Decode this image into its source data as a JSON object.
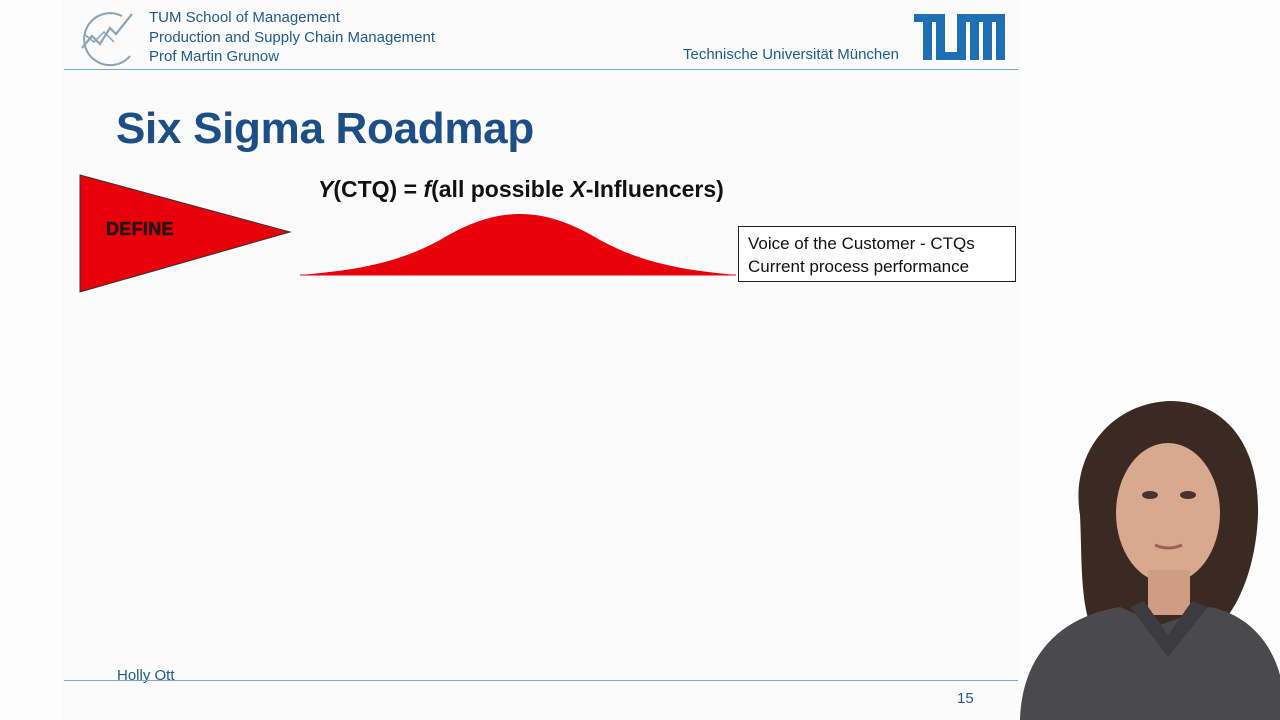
{
  "header": {
    "lines": [
      "TUM School of Management",
      "Production and Supply Chain Management",
      "Prof Martin Grunow"
    ],
    "university": "Technische Universität München"
  },
  "slide": {
    "title": "Six Sigma Roadmap",
    "formula": {
      "y": "Y",
      "ctq": "(CTQ) = ",
      "f": "f",
      "mid": "(all possible ",
      "x": "X",
      "end": "-Influencers)"
    },
    "phase_label": "DEFINE",
    "info_box": [
      "Voice of the Customer - CTQs",
      "Current process performance"
    ],
    "author": "Holly Ott",
    "page_number": "15"
  },
  "icons": {
    "left_logo": "tum-school-logo-icon",
    "right_logo": "tum-logo-icon"
  },
  "colors": {
    "tum_blue": "#1f5a8e",
    "title_blue": "#1b4f86",
    "define_red": "#e8000a",
    "rule": "#7aa6c8"
  }
}
